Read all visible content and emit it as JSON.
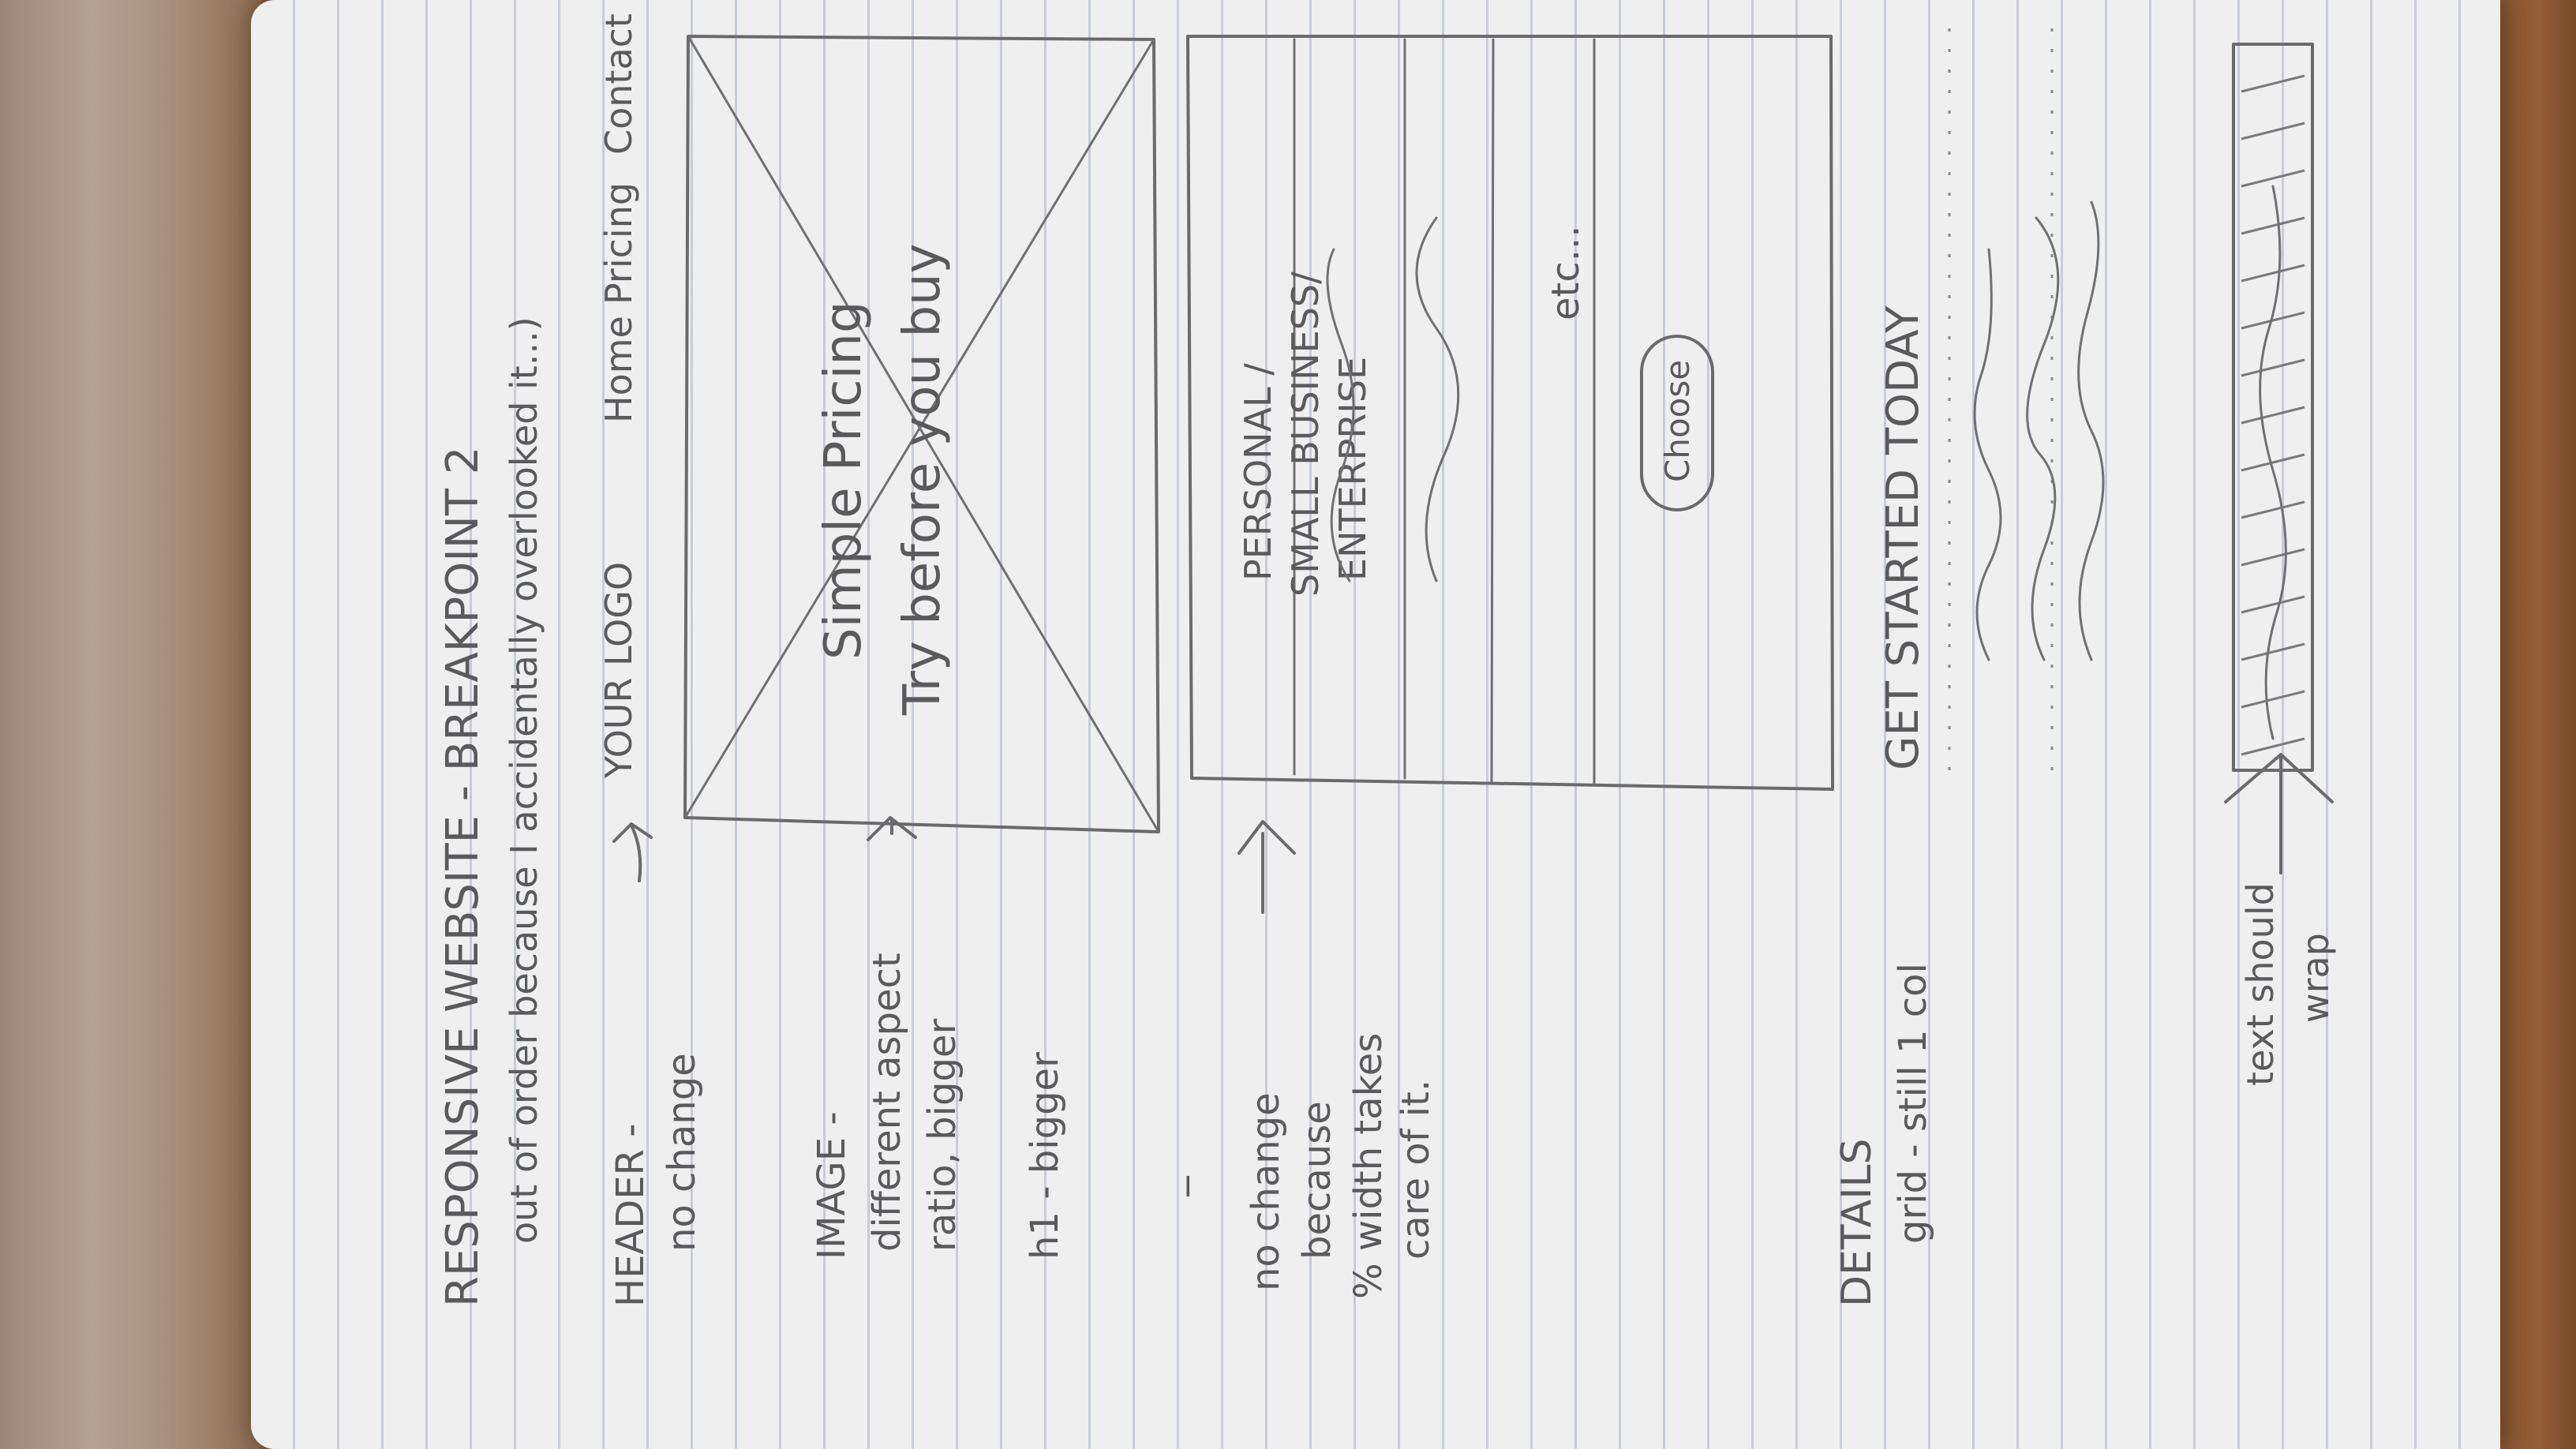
{
  "title": "RESPONSIVE WEBSITE - BREAKPOINT 2",
  "subtitle": "out of order because I accidentally overlooked it...)",
  "notes": {
    "header_title": "HEADER -",
    "header_detail": "no change",
    "image_title": "IMAGE -",
    "image_line1": "different aspect",
    "image_line2": "ratio, bigger",
    "h1_note": "h1 - bigger",
    "nochange_line1": "no change",
    "nochange_line2": "because",
    "nochange_line3": "% width takes",
    "nochange_line4": "care of it.",
    "details_title": "DETAILS",
    "details_detail": "grid - still 1 col",
    "wrap_line1": "text should",
    "wrap_line2": "wrap"
  },
  "wireframe": {
    "logo": "YOUR LOGO",
    "nav": [
      "Home",
      "Pricing",
      "Contact"
    ],
    "hero_line1": "Simple Pricing",
    "hero_line2": "Try before you buy",
    "cursor": "I",
    "plan_line1": "PERSONAL /",
    "plan_line2": "SMALL BUSINESS/",
    "plan_line3": "ENTERPRISE",
    "etc": "etc...",
    "choose_button": "Choose",
    "cta": "GET STARTED TODAY"
  }
}
